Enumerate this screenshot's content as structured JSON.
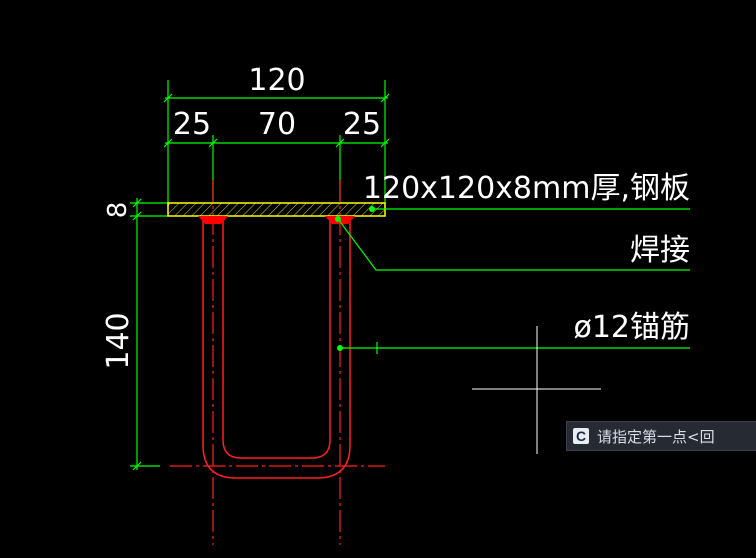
{
  "dimensions": {
    "overall_width": "120",
    "left_edge": "25",
    "center_span": "70",
    "right_edge": "25",
    "plate_thickness": "8",
    "anchor_depth": "140"
  },
  "labels": {
    "plate": "120x120x8mm厚,钢板",
    "weld": "焊接",
    "anchor_bar": "ø12锚筋"
  },
  "command_prompt": {
    "icon": "C",
    "text": "请指定第一点<回"
  },
  "colors": {
    "background": "#000000",
    "dimension": "#00ff00",
    "rebar": "#ff0000",
    "plate": "#ffff00",
    "weld": "#ff0000",
    "text": "#ffffff",
    "crosshair": "#ffffff"
  }
}
